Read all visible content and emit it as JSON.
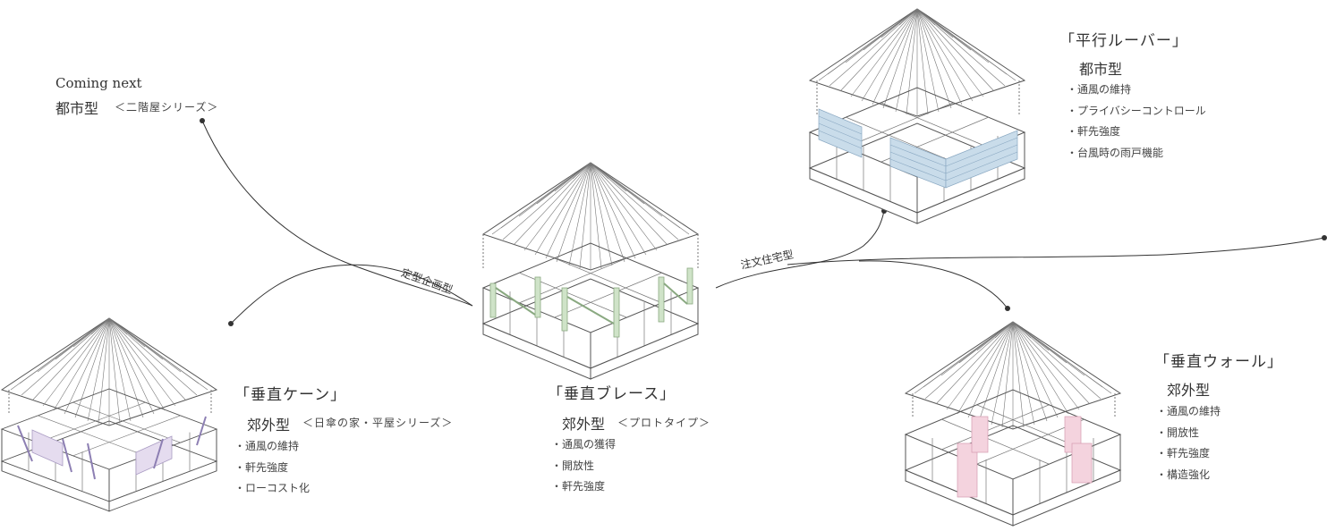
{
  "coming": {
    "line1": "Coming next",
    "line2": "都市型",
    "line3": "＜二階屋シリーズ＞"
  },
  "center": {
    "title": "「垂直ブレース」",
    "subtitle": "郊外型",
    "note": "＜プロトタイプ＞",
    "features": [
      "・通風の獲得",
      "・開放性",
      "・軒先強度"
    ]
  },
  "left": {
    "title": "「垂直ケーン」",
    "subtitle": "郊外型",
    "note": "＜日傘の家・平屋シリーズ＞",
    "features": [
      "・通風の維持",
      "・軒先強度",
      "・ローコスト化"
    ]
  },
  "top_right": {
    "title": "「平行ルーバー」",
    "subtitle": "都市型",
    "features": [
      "・通風の維持",
      "・プライバシーコントロール",
      "・軒先強度",
      "・台風時の雨戸機能"
    ]
  },
  "bottom_right": {
    "title": "「垂直ウォール」",
    "subtitle": "郊外型",
    "features": [
      "・通風の維持",
      "・開放性",
      "・軒先強度",
      "・構造強化"
    ]
  },
  "curves": {
    "left_label": "定型企画型",
    "right_label": "注文住宅型"
  },
  "colors": {
    "line": "#333333",
    "brace_green": "#cfe3c8",
    "cane_lavender": "#e5dcef",
    "louver_blue": "#c9dcea",
    "wall_pink": "#f4d3de"
  }
}
